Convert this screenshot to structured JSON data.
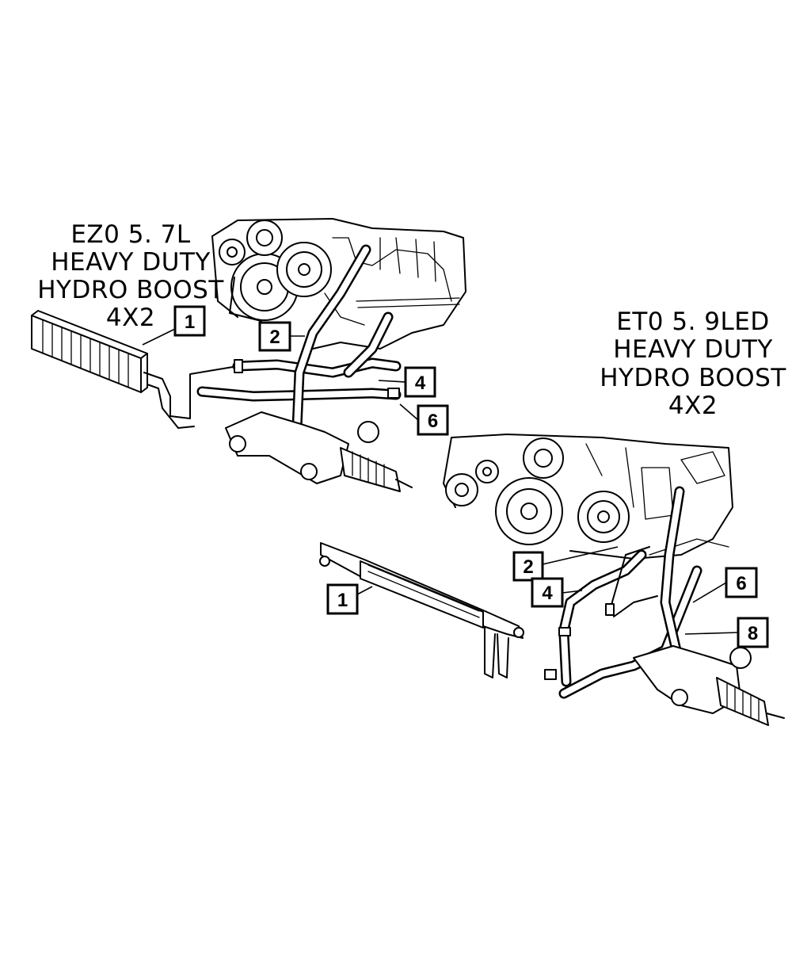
{
  "left_view": {
    "title_lines": [
      "EZ0 5. 7L",
      "HEAVY DUTY",
      "HYDRO BOOST",
      "4X2"
    ],
    "callouts": [
      "1",
      "2",
      "4",
      "6"
    ]
  },
  "right_view": {
    "title_lines": [
      "ET0 5. 9LED",
      "HEAVY DUTY",
      "HYDRO BOOST",
      "4X2"
    ],
    "callouts": [
      "1",
      "2",
      "4",
      "6",
      "8"
    ]
  }
}
